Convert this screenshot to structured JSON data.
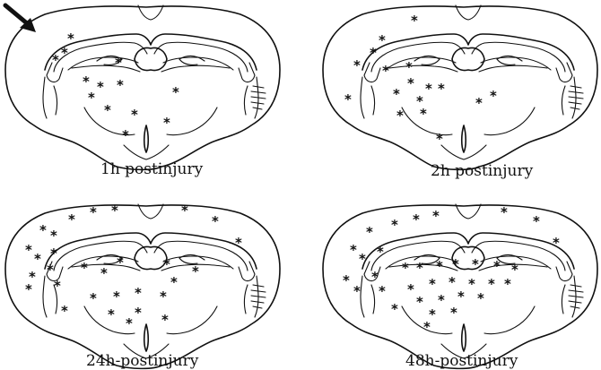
{
  "figure": {
    "arrow_icon": "arrow-down-right",
    "ink_color": "#111111",
    "background_color": "#ffffff",
    "marker_symbol": "*",
    "panels": [
      {
        "caption": "1h postinjury",
        "marker_count": 13
      },
      {
        "caption": "2h postinjury",
        "marker_count": 17
      },
      {
        "caption": "24h-postinjury",
        "marker_count": 30
      },
      {
        "caption": "48h-postinjury",
        "marker_count": 35
      }
    ]
  }
}
